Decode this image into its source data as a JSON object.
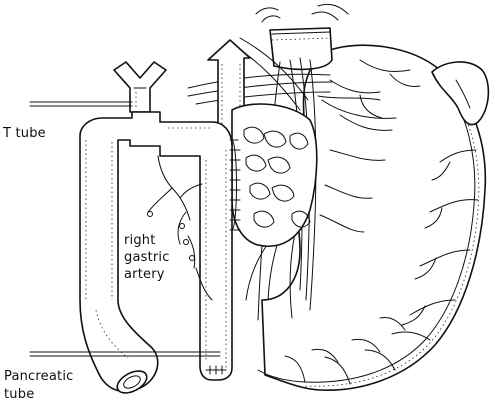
{
  "labels": {
    "t_tube": "T  tube",
    "artery_line1": "right",
    "artery_line2": "gastric",
    "artery_line3": "artery",
    "pancreatic_line1": "Pancreatic",
    "pancreatic_line2": "tube"
  },
  "colors": {
    "ink": "#111111",
    "paper": "#ffffff"
  }
}
